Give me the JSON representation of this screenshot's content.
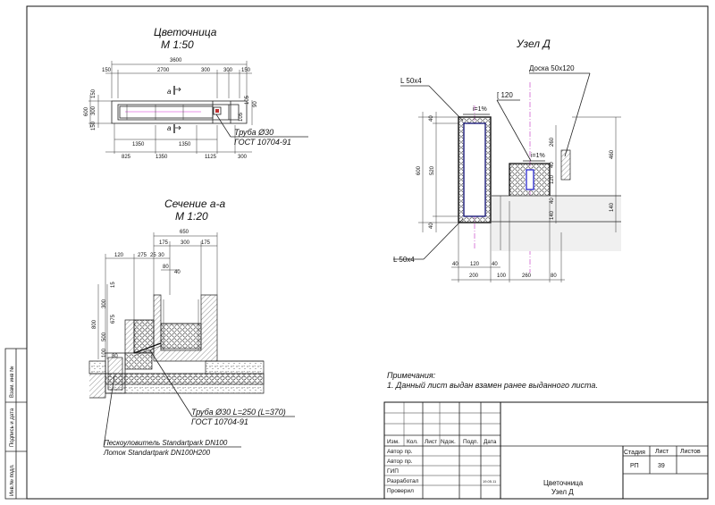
{
  "plan": {
    "title": "Цветочница",
    "scale": "М 1:50",
    "dims_top_total": "3600",
    "dims_top": [
      "150",
      "2700",
      "300",
      "300",
      "150"
    ],
    "dims_bottom_inner": [
      "1350",
      "1350"
    ],
    "dims_bottom": [
      "825",
      "1350",
      "1125",
      "300"
    ],
    "dims_left": [
      "600",
      "150",
      "300",
      "150"
    ],
    "dims_right": [
      "105",
      "105",
      "90"
    ],
    "section_mark": "а",
    "pipe_label": "Труба Ø30",
    "pipe_gost": "ГОСТ 10704-91"
  },
  "section": {
    "title": "Сечение а-а",
    "scale": "М 1:20",
    "dims_top_total": "650",
    "dims_top": [
      "175",
      "300",
      "175"
    ],
    "dims_top2": [
      "120",
      "275",
      "25",
      "30"
    ],
    "dims_top3": [
      "80",
      "40"
    ],
    "dims_left": [
      "15",
      "300",
      "800",
      "675",
      "500",
      "100",
      "80"
    ],
    "pipe_label": "Труба Ø30 L=250 (L=370)",
    "pipe_gost": "ГОСТ 10704-91",
    "sand_trap": "Пескоуловитель Standartpark DN100",
    "channel": "Лоток Standartpark DN100H200"
  },
  "node": {
    "title": "Узел Д",
    "board": "Доска 50х120",
    "angle_top": "L 50х4",
    "angle_bottom": "L 50х4",
    "channel_label": "[ 120",
    "slope1": "i=1%",
    "slope2": "i=1%",
    "dims_left": [
      "40",
      "600",
      "520",
      "40"
    ],
    "dims_mid": [
      "260",
      "40",
      "120",
      "40",
      "140"
    ],
    "dims_right": [
      "460",
      "140"
    ],
    "dims_bottom1": [
      "40",
      "120",
      "40"
    ],
    "dims_bottom2": [
      "200",
      "100",
      "260",
      "80"
    ]
  },
  "notes": {
    "heading": "Примечания:",
    "item1": "1. Данный лист выдан взамен ранее выданного листа."
  },
  "side_stamp": {
    "col1": "Взам. инв №",
    "col2": "Подпись и дата",
    "col3": "Инв.№ подл."
  },
  "title_block": {
    "headers": [
      "Изм.",
      "Кол.",
      "Лист",
      "Nдок.",
      "Подп.",
      "Дата"
    ],
    "roles": [
      "Автор пр.",
      "Автор пр.",
      "ГИП",
      "Разработал",
      "Проверил"
    ],
    "date": "19.05.11",
    "stage_label": "Стадия",
    "sheet_label": "Лист",
    "sheets_label": "Листов",
    "stage": "РП",
    "sheet": "39",
    "sheets": "",
    "name_line1": "Цветочница",
    "name_line2": "Узел Д"
  },
  "colors": {
    "axis_line": "#d060d0",
    "drain": "#3050d0"
  }
}
